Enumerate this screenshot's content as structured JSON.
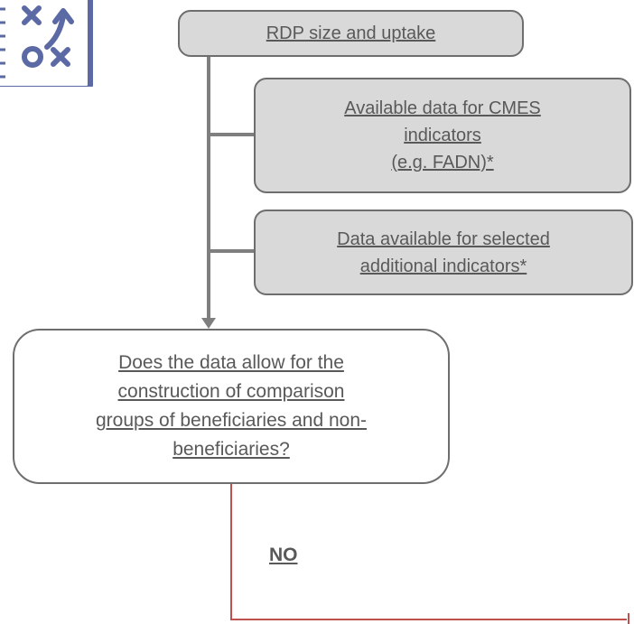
{
  "nodes": {
    "rdp_size": "RDP size and uptake",
    "cmes_data": [
      "Available data for CMES",
      "indicators",
      "(e.g. FADN)*"
    ],
    "additional_data": [
      "Data available for selected",
      "additional indicators*"
    ],
    "question": [
      "Does the data allow for the",
      "construction of comparison",
      "groups of beneficiaries and non-",
      "beneficiaries?"
    ]
  },
  "labels": {
    "no": "NO"
  },
  "icons": {
    "logo": "strategy-playbook-icon"
  },
  "colors": {
    "connector": "#7f7f7f",
    "no_connector": "#c0504d",
    "box_fill": "#d9d9d9",
    "box_border": "#6e6e6e",
    "text": "#595959",
    "logo": "#5b6aa5"
  }
}
